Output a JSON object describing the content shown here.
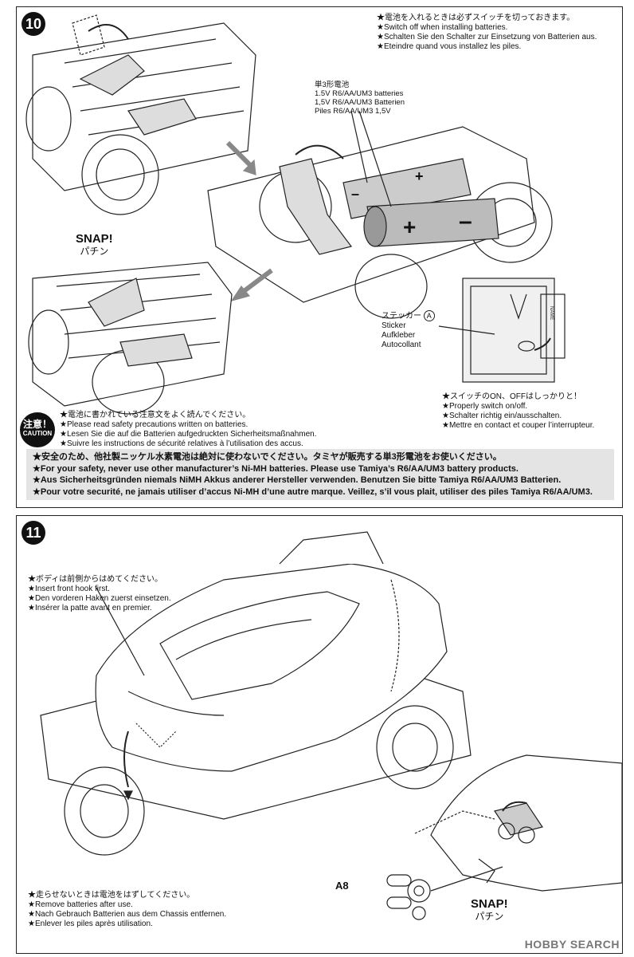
{
  "step10": {
    "number": "10",
    "switch_off_note": [
      "★電池を入れるときは必ずスイッチを切っておきます。",
      "★Switch off when installing batteries.",
      "★Schalten Sie den Schalter zur Einsetzung von Batterien aus.",
      "★Eteindre quand vous installez les piles."
    ],
    "battery_label": [
      "単3形電池",
      "1.5V R6/AA/UM3 batteries",
      "1,5V R6/AA/UM3 Batterien",
      "Piles R6/AA/UM3 1,5V"
    ],
    "snap": {
      "en": "SNAP!",
      "jp": "パチン"
    },
    "sticker_label": [
      "ステッカー",
      "Sticker",
      "Aufkleber",
      "Autocollant"
    ],
    "sticker_marker": "A",
    "sticker_name": "NAME",
    "switch_note": [
      "★スイッチのON、OFFはしっかりと！",
      "★Properly switch on/off.",
      "★Schalter richtig ein/ausschalten.",
      "★Mettre en contact et couper l’interrupteur."
    ],
    "caution_badge": {
      "jp": "注意！",
      "en": "CAUTION"
    },
    "caution_text": [
      "★電池に書かれている注意文をよく読んでください。",
      "★Please read safety precautions written on batteries.",
      "★Lesen Sie die auf die Batterien aufgedruckten Sicherheitsmaßnahmen.",
      "★Suivre les instructions de sécurité relatives à l’utilisation des accus."
    ],
    "safety_bar": [
      "★安全のため、他社製ニッケル水素電池は絶対に使わないでください。タミヤが販売する単3形電池をお使いください。",
      "★For your safety, never use other manufacturer’s Ni-MH batteries. Please use Tamiya’s R6/AA/UM3 battery products.",
      "★Aus Sicherheitsgründen niemals NiMH Akkus anderer Hersteller verwenden. Benutzen Sie bitte Tamiya R6/AA/UM3 Batterien.",
      "★Pour votre securité, ne jamais utiliser d’accus Ni-MH d’une autre marque. Veillez, s’il vous plait, utiliser des piles Tamiya R6/AA/UM3."
    ]
  },
  "step11": {
    "number": "11",
    "front_hook_note": [
      "★ボディは前側からはめてください。",
      "★Insert front hook first.",
      "★Den vorderen Haken zuerst einsetzen.",
      "★Insérer la patte avant en premier."
    ],
    "remove_note": [
      "★走らせないときは電池をはずしてください。",
      "★Remove batteries after use.",
      "★Nach Gebrauch Batterien aus dem Chassis entfernen.",
      "★Enlever les piles après utilisation."
    ],
    "part_label": "A8",
    "snap": {
      "en": "SNAP!",
      "jp": "パチン"
    }
  },
  "watermark": "HOBBY SEARCH"
}
